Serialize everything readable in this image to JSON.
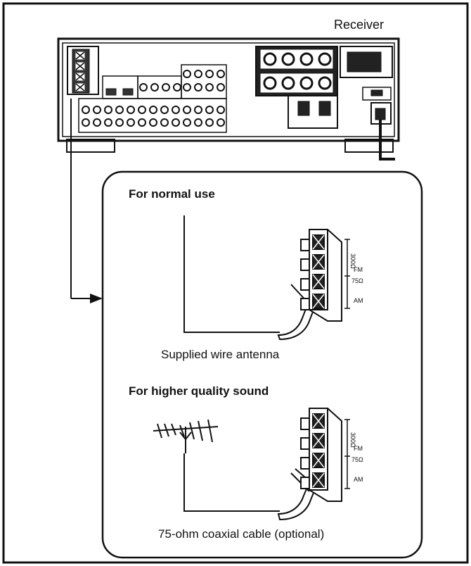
{
  "receiver_label": "Receiver",
  "normal_use": {
    "heading": "For normal use",
    "caption": "Supplied wire antenna"
  },
  "higher_quality": {
    "heading": "For higher quality sound",
    "caption": "75-ohm coaxial cable (optional)"
  },
  "terminal_marks": {
    "ohm300": "300Ω",
    "fm": "FM",
    "ohm75": "75Ω",
    "am": "AM"
  }
}
